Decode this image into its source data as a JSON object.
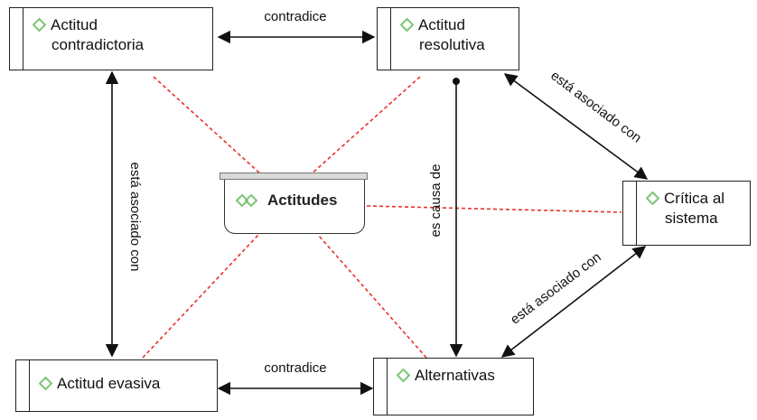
{
  "colors": {
    "node_border": "#222222",
    "diamond": "#7cc576",
    "arrow": "#111111",
    "dotted_link": "#e8302a",
    "group_lid": "#d9d9d9"
  },
  "group": {
    "label": "Actitudes",
    "icon": "double-diamond-icon"
  },
  "nodes": {
    "contradictoria": {
      "line1": "Actitud",
      "line2": "contradictoria",
      "icon": "diamond-icon"
    },
    "resolutiva": {
      "line1": "Actitud",
      "line2": "resolutiva",
      "icon": "diamond-icon"
    },
    "critica": {
      "line1": "Crítica al",
      "line2": "sistema",
      "icon": "diamond-icon"
    },
    "evasiva": {
      "line1": "Actitud evasiva",
      "icon": "diamond-icon"
    },
    "alternativas": {
      "line1": "Alternativas",
      "icon": "diamond-icon"
    }
  },
  "relations": {
    "top_contradice": "contradice",
    "bottom_contradice": "contradice",
    "left_asociado": "está asociado con",
    "center_causa": "es causa de",
    "right_upper_asociado": "está asociado con",
    "right_lower_asociado": "está asociado con"
  }
}
